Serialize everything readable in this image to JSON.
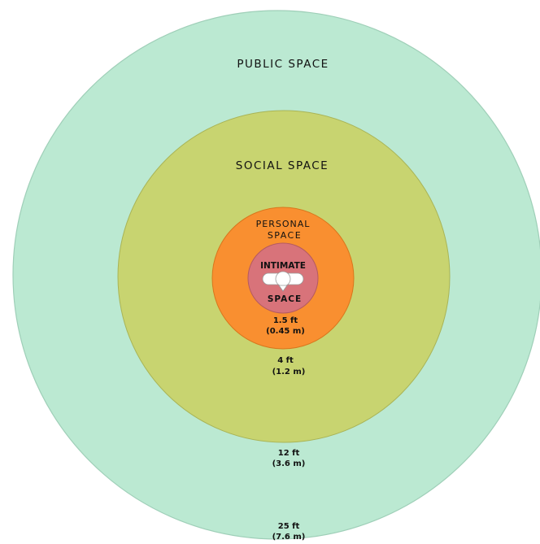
{
  "zones": {
    "public": {
      "label": "PUBLIC SPACE",
      "color": "#bbe9d2",
      "stroke": "#9fcfb8"
    },
    "social": {
      "label": "SOCIAL SPACE",
      "color": "#c8d470",
      "stroke": "#a9b456"
    },
    "personal": {
      "label_line1": "PERSONAL",
      "label_line2": "SPACE",
      "color": "#f98f30",
      "stroke": "#d9761c"
    },
    "intimate": {
      "label_line1": "INTIMATE",
      "label_line2": "SPACE",
      "color": "#d8737a",
      "stroke": "#b45a60"
    }
  },
  "distances": {
    "intimate": {
      "imperial": "1.5 ft",
      "metric": "(0.45 m)"
    },
    "personal": {
      "imperial": "4 ft",
      "metric": "(1.2 m)"
    },
    "social": {
      "imperial": "12 ft",
      "metric": "(3.6 m)"
    },
    "public": {
      "imperial": "25 ft",
      "metric": "(7.6 m)"
    }
  },
  "icons": {
    "center": "person-top-view-icon"
  }
}
